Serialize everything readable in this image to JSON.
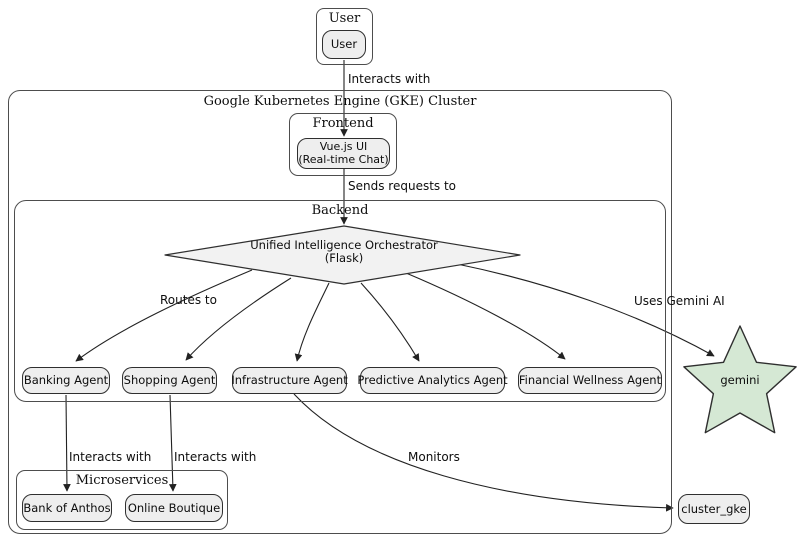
{
  "colors": {
    "node_fill": "#eeeeee",
    "diamond_fill": "#f2f2f2",
    "star_fill": "#d5e8d4",
    "node_border": "#2f2f2f",
    "cluster_border": "#4d4d4d",
    "edge": "#222222",
    "background": "#ffffff"
  },
  "clusters": {
    "user": {
      "label": "User"
    },
    "gke": {
      "label": "Google Kubernetes Engine (GKE) Cluster"
    },
    "frontend": {
      "label": "Frontend"
    },
    "backend": {
      "label": "Backend"
    },
    "microservices": {
      "label": "Microservices"
    }
  },
  "nodes": {
    "user": {
      "label": "User"
    },
    "vue_ui": {
      "line1": "Vue.js UI",
      "line2": "(Real-time Chat)"
    },
    "orchestrator": {
      "line1": "Unified Intelligence Orchestrator",
      "line2": "(Flask)",
      "shape": "diamond"
    },
    "banking_agent": {
      "label": "Banking Agent"
    },
    "shopping_agent": {
      "label": "Shopping Agent"
    },
    "infrastructure_agent": {
      "label": "Infrastructure Agent"
    },
    "predictive_agent": {
      "label": "Predictive Analytics Agent"
    },
    "financial_agent": {
      "label": "Financial Wellness Agent"
    },
    "gemini": {
      "label": "gemini",
      "shape": "star"
    },
    "bank_of_anthos": {
      "label": "Bank of Anthos"
    },
    "online_boutique": {
      "label": "Online Boutique"
    },
    "cluster_gke": {
      "label": "cluster_gke"
    }
  },
  "edges": {
    "user_to_frontend": {
      "label": "Interacts with",
      "from": "User",
      "to": "Vue.js UI"
    },
    "frontend_to_backend": {
      "label": "Sends requests to",
      "from": "Vue.js UI",
      "to": "Unified Intelligence Orchestrator"
    },
    "routes_to": {
      "label": "Routes to",
      "from": "Unified Intelligence Orchestrator",
      "to": "Agents"
    },
    "uses_gemini": {
      "label": "Uses Gemini AI",
      "from": "Unified Intelligence Orchestrator",
      "to": "gemini"
    },
    "banking_to_anthos": {
      "label": "Interacts with",
      "from": "Banking Agent",
      "to": "Bank of Anthos"
    },
    "shopping_to_boutique": {
      "label": "Interacts with",
      "from": "Shopping Agent",
      "to": "Online Boutique"
    },
    "monitors": {
      "label": "Monitors",
      "from": "Infrastructure Agent",
      "to": "cluster_gke"
    }
  }
}
